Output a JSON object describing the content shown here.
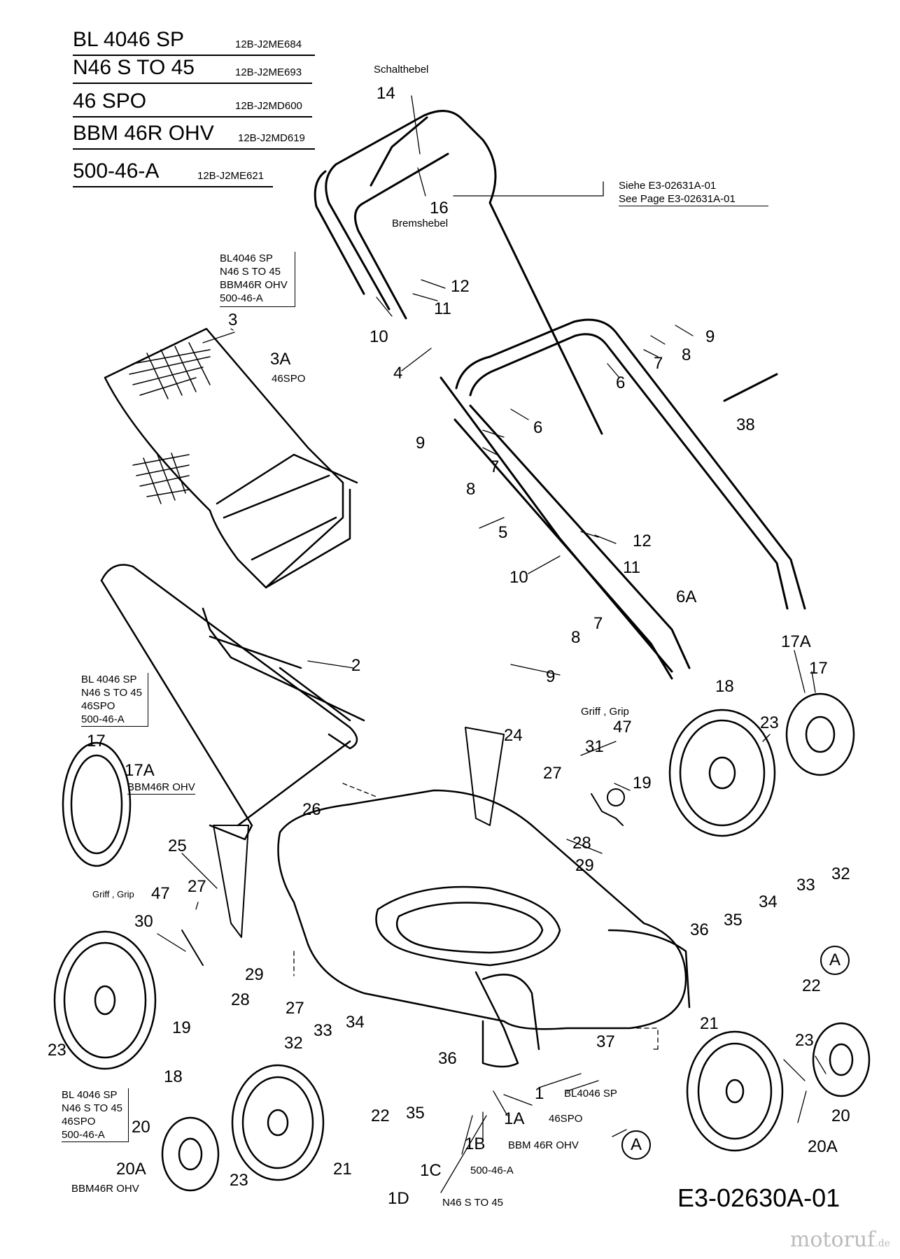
{
  "models": [
    {
      "name": "BL 4046 SP",
      "code": "12B-J2ME684"
    },
    {
      "name": "N46 S TO 45",
      "code": "12B-J2ME693"
    },
    {
      "name": "46 SPO",
      "code": "12B-J2MD600"
    },
    {
      "name": "BBM 46R OHV",
      "code": "12B-J2MD619"
    },
    {
      "name": "500-46-A",
      "code": "12B-J2ME621"
    }
  ],
  "labels": {
    "schalthebel": "Schalthebel",
    "bremshebel": "Bremshebel",
    "siehe": "Siehe  E3-02631A-01",
    "see_page": "See Page E3-02631A-01",
    "griff_grip_right": "Griff , Grip",
    "griff_grip_left": "Griff , Grip",
    "sp46": "46SPO",
    "bbm_17a": "BBM46R OHV",
    "bbm_20a": "BBM46R OHV",
    "deck_1": "BL4046 SP",
    "deck_1a": "46SPO",
    "deck_1b": "BBM 46R OHV",
    "deck_1c": "500-46-A",
    "deck_1d": "N46 S TO 45"
  },
  "notes": {
    "bag_models": [
      "BL4046 SP",
      "N46 S TO 45",
      "BBM46R OHV",
      "500-46-A"
    ],
    "wheel_left_models": [
      "BL 4046 SP",
      "N46 S TO 45",
      "46SPO",
      "500-46-A"
    ],
    "front_wheel_models": [
      "BL 4046 SP",
      "N46 S TO 45",
      "46SPO",
      "500-46-A"
    ]
  },
  "part_numbers": {
    "p14": "14",
    "p16": "16",
    "p12a": "12",
    "p11a": "11",
    "p10a": "10",
    "p4": "4",
    "p3": "3",
    "p3a": "3A",
    "p9a": "9",
    "p8a": "8",
    "p7a": "7",
    "p6a": "6",
    "p38": "38",
    "p9b": "9",
    "p7b": "7",
    "p8b": "8",
    "p6b": "6",
    "p5": "5",
    "p12b": "12",
    "p11b": "11",
    "p10b": "10",
    "p6c": "6A",
    "p7c": "7",
    "p8c": "8",
    "p9c": "9",
    "p2": "2",
    "p17a_r": "17A",
    "p17_r": "17",
    "p18_r": "18",
    "p23_r": "23",
    "p47_r": "47",
    "p31": "31",
    "p19_r": "19",
    "p24": "24",
    "p27_r": "27",
    "p28_r": "28",
    "p29_r": "29",
    "p26": "26",
    "p17_l": "17",
    "p17a_l": "17A",
    "p25": "25",
    "p27_l": "27",
    "p47_l": "47",
    "p30": "30",
    "p29_l": "29",
    "p28_l": "28",
    "p27_l2": "27",
    "p19_l": "19",
    "p23_l": "23",
    "p18_l": "18",
    "p34_r": "34",
    "p33_r": "33",
    "p32_r": "32",
    "p36_r": "36",
    "p35_r": "35",
    "p22_r": "22",
    "pA_r": "A",
    "p21_r": "21",
    "p23_r2": "23",
    "p20_r": "20",
    "p20a_r": "20A",
    "p37": "37",
    "p32_l": "32",
    "p33_l": "33",
    "p34_l": "34",
    "p36_l": "36",
    "p22_l": "22",
    "p35_l": "35",
    "p1": "1",
    "p1a": "1A",
    "p1b": "1B",
    "p1c": "1C",
    "p1d": "1D",
    "pA_l": "A",
    "p20_l": "20",
    "p20a_l": "20A",
    "p23_l2": "23",
    "p21_l": "21"
  },
  "doc_number": "E3-02630A-01",
  "watermark": "motoruf",
  "watermark_tld": ".de"
}
